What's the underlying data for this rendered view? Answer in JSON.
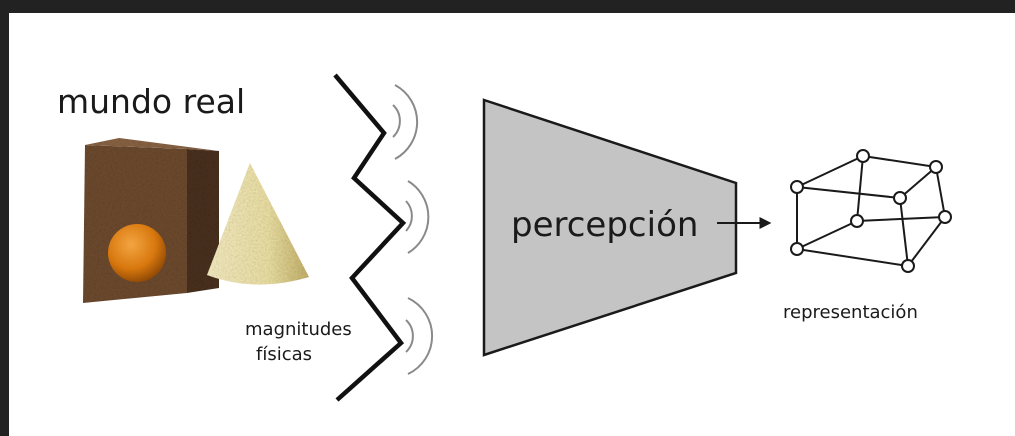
{
  "labels": {
    "world": "mundo real",
    "magnitudes_line1": "magnitudes",
    "magnitudes_line2": "físicas",
    "perception": "percepción",
    "representation": "representación"
  },
  "colors": {
    "background_outer": "#222222",
    "background_canvas": "#ffffff",
    "funnel_fill": "#c4c4c4",
    "cube": "#6b4a30",
    "sphere": "#d8780e",
    "cone": "#efe3a6",
    "ink": "#1a1a1a",
    "waves": "#8a8a8a"
  },
  "icons": {
    "object": "textured-cube-icon",
    "sphere": "orange-sphere-icon",
    "cone": "cone-icon",
    "graph": "wireframe-graph-icon"
  }
}
